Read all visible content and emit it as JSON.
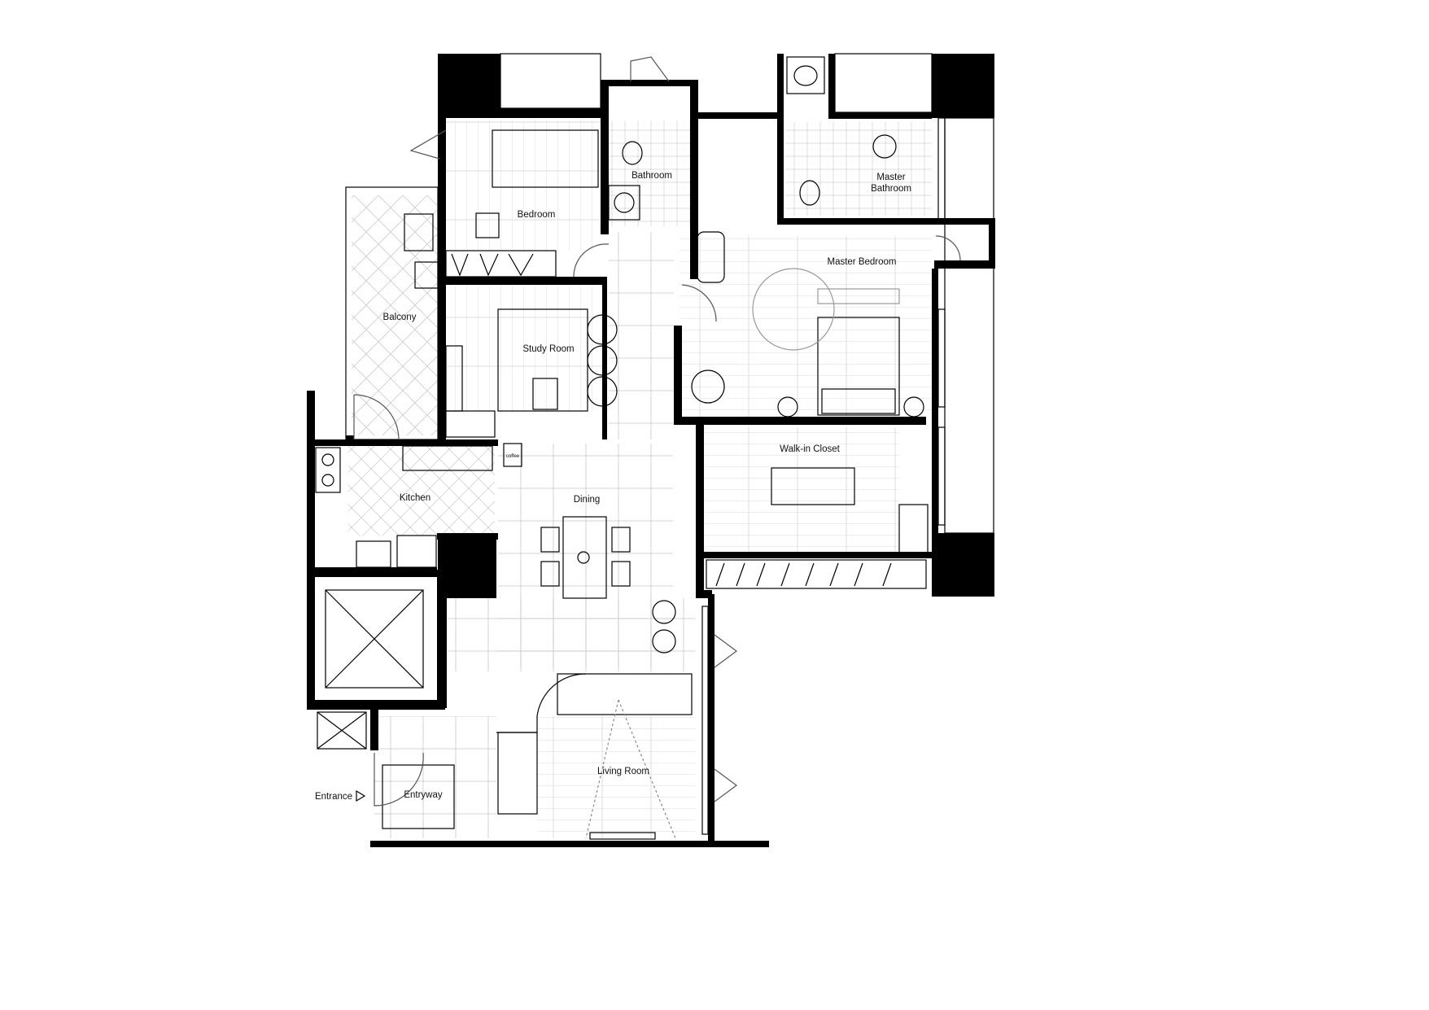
{
  "plan": {
    "rooms": {
      "bathroom": "Bathroom",
      "master_bathroom_line1": "Master",
      "master_bathroom_line2": "Bathroom",
      "bedroom": "Bedroom",
      "master_bedroom": "Master Bedroom",
      "balcony": "Balcony",
      "study_room": "Study Room",
      "walk_in_closet": "Walk-in Closet",
      "kitchen": "Kitchen",
      "dining": "Dining",
      "living_room": "Living Room",
      "entryway": "Entryway"
    },
    "entrance_label": "Entrance",
    "entrance_icon": "triangle-right-icon",
    "coffee_label": "coffee"
  }
}
